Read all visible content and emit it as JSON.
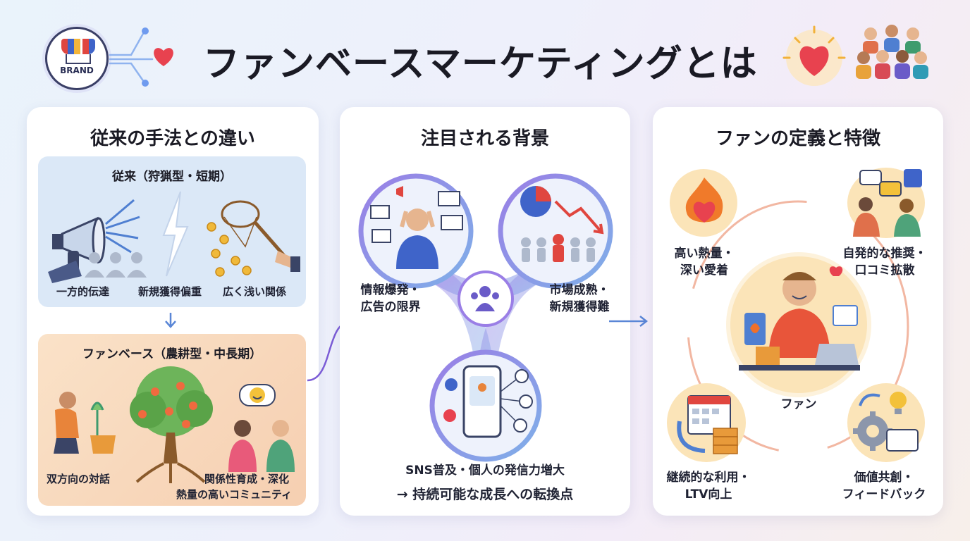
{
  "header": {
    "brand_label": "BRAND",
    "title": "ファンベースマーケティングとは"
  },
  "panel_traditional": {
    "title": "従来の手法との違い",
    "old_box": {
      "title": "従来（狩猟型・短期）",
      "labels": [
        "一方的伝達",
        "新規獲得偏重",
        "広く浅い関係"
      ]
    },
    "fan_box": {
      "title": "ファンベース（農耕型・中長期）",
      "labels": [
        "双方向の対話",
        "関係性育成・深化",
        "熱量の高いコミュニティ"
      ]
    }
  },
  "panel_background": {
    "title": "注目される背景",
    "left_label": [
      "情報爆発・",
      "広告の限界"
    ],
    "right_label": [
      "市場成熟・",
      "新規獲得難"
    ],
    "bottom_label": "SNS普及・個人の発信力増大",
    "conclusion": "→ 持続可能な成長への転換点"
  },
  "panel_fan": {
    "title": "ファンの定義と特徴",
    "center_label": "ファン",
    "traits": [
      [
        "高い熱量・",
        "深い愛着"
      ],
      [
        "自発的な推奨・",
        "口コミ拡散"
      ],
      [
        "継続的な利用・",
        "LTV向上"
      ],
      [
        "価値共創・",
        "フィードバック"
      ]
    ]
  },
  "colors": {
    "accent_purple": "#7b5cd6",
    "accent_blue": "#5a86d6",
    "heart_red": "#e8424f",
    "old_box_bg": "#dbe8f7",
    "fan_box_bg": "#f8d9bf"
  }
}
